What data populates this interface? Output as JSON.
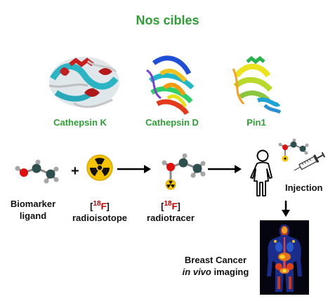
{
  "title": "Nos cibles",
  "targets": [
    {
      "name": "Cathepsin K"
    },
    {
      "name": "Cathepsin D"
    },
    {
      "name": "Pin1"
    }
  ],
  "flow": {
    "ligand_line1": "Biomarker",
    "ligand_line2": "ligand",
    "plus": "+",
    "isotope_bracket_open": "[",
    "isotope_mass": "18",
    "isotope_element": "F",
    "isotope_bracket_close": "]",
    "isotope_word": "radioisotope",
    "tracer_word": "radiotracer",
    "injection": "Injection",
    "imaging_line1": "Breast Cancer",
    "imaging_italic": "in vivo",
    "imaging_rest": " imaging"
  },
  "colors": {
    "green": "#2f9e36",
    "isotope_red": "#c00000",
    "atom_red": "#e01010",
    "atom_dark": "#2f4f4f",
    "atom_grey": "#a6a6a6",
    "radiation_yellow": "#f5c400"
  }
}
